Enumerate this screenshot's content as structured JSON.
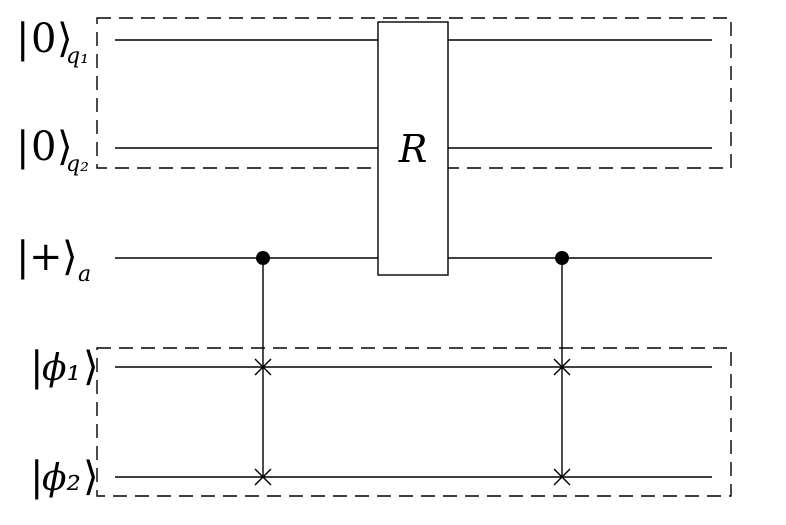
{
  "qubits": [
    {
      "id": "q1",
      "ket": "0",
      "subscript": "q₁"
    },
    {
      "id": "q2",
      "ket": "0",
      "subscript": "q₂"
    },
    {
      "id": "a",
      "ket": "+",
      "subscript": "a"
    },
    {
      "id": "phi1",
      "ket": "ϕ₁",
      "subscript": ""
    },
    {
      "id": "phi2",
      "ket": "ϕ₂",
      "subscript": ""
    }
  ],
  "gate": {
    "label": "R"
  }
}
